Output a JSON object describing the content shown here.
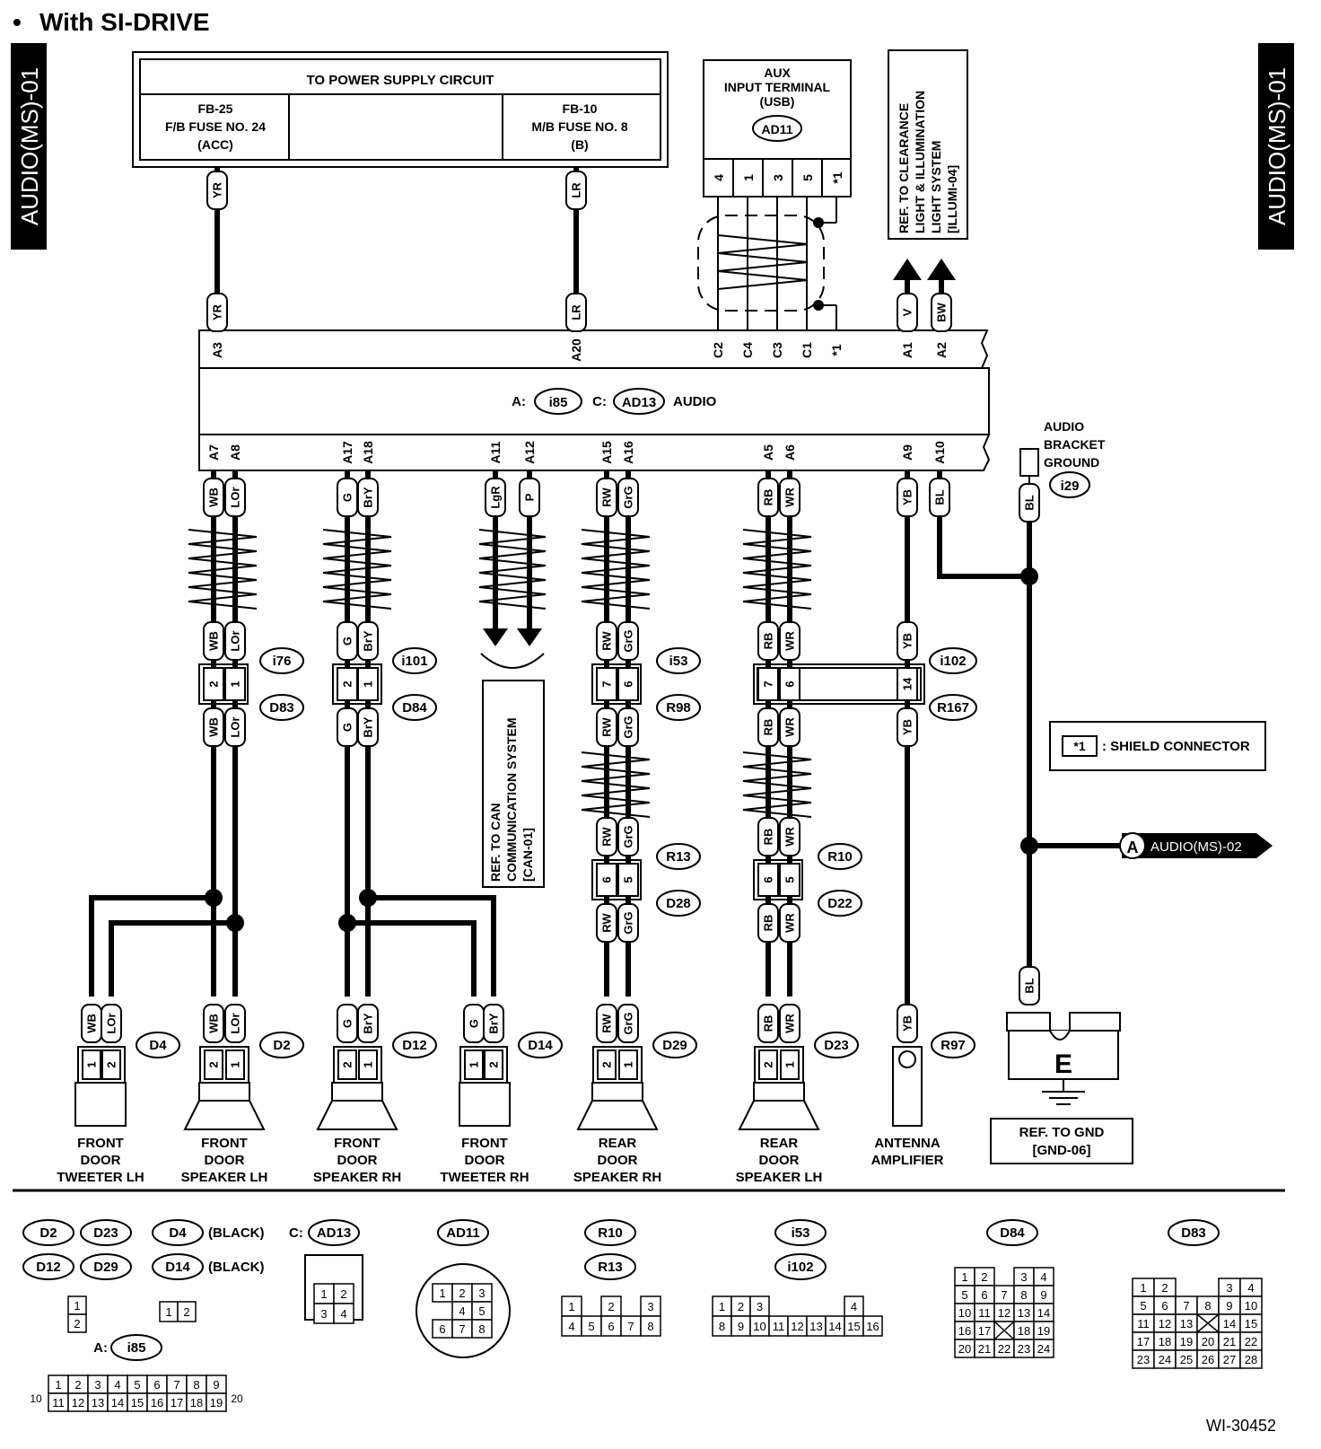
{
  "header": {
    "title": "With SI-DRIVE",
    "side_left": "AUDIO(MS)-01",
    "side_right": "AUDIO(MS)-01"
  },
  "power": {
    "title": "TO POWER SUPPLY CIRCUIT",
    "left_l1": "FB-25",
    "left_l2": "F/B FUSE NO. 24",
    "left_l3": "(ACC)",
    "right_l1": "FB-10",
    "right_l2": "M/B FUSE NO. 8",
    "right_l3": "(B)"
  },
  "aux": {
    "l1": "AUX",
    "l2": "INPUT TERMINAL",
    "l3": "(USB)",
    "conn": "AD11",
    "pins": [
      "4",
      "1",
      "3",
      "5",
      "*1"
    ]
  },
  "illumi": {
    "l1": "REF. TO CLEARANCE",
    "l2": "LIGHT & ILLUMINATION",
    "l3": "LIGHT SYSTEM",
    "l4": "[ILLUMI-04]"
  },
  "audio_unit": {
    "a_label": "A:",
    "a_conn": "i85",
    "c_label": "C:",
    "c_conn": "AD13",
    "name": "AUDIO",
    "top_pins": [
      {
        "pin": "A3",
        "wire": "YR"
      },
      {
        "pin": "A20",
        "wire": "LR"
      },
      {
        "pin": "C2",
        "wire": ""
      },
      {
        "pin": "C4",
        "wire": ""
      },
      {
        "pin": "C3",
        "wire": ""
      },
      {
        "pin": "C1",
        "wire": ""
      },
      {
        "pin": "*1",
        "wire": ""
      },
      {
        "pin": "A1",
        "wire": "V"
      },
      {
        "pin": "A2",
        "wire": "BW"
      }
    ],
    "bottom_pins": [
      {
        "pin": "A7",
        "wire": "WB"
      },
      {
        "pin": "A8",
        "wire": "LOr"
      },
      {
        "pin": "A17",
        "wire": "G"
      },
      {
        "pin": "A18",
        "wire": "BrY"
      },
      {
        "pin": "A11",
        "wire": "LgR"
      },
      {
        "pin": "A12",
        "wire": "P"
      },
      {
        "pin": "A15",
        "wire": "RW"
      },
      {
        "pin": "A16",
        "wire": "GrG"
      },
      {
        "pin": "A5",
        "wire": "RB"
      },
      {
        "pin": "A6",
        "wire": "WR"
      },
      {
        "pin": "A9",
        "wire": "YB"
      },
      {
        "pin": "A10",
        "wire": "BL"
      }
    ]
  },
  "ground_bracket": {
    "l1": "AUDIO",
    "l2": "BRACKET",
    "l3": "GROUND",
    "conn": "i29",
    "wire": "BL"
  },
  "can": {
    "l1": "REF. TO CAN",
    "l2": "COMMUNICATION SYSTEM",
    "l3": "[CAN-01]"
  },
  "junctions": {
    "j1": {
      "a": "i76",
      "b": "D83",
      "pins": [
        "2",
        "1"
      ]
    },
    "j2": {
      "a": "i101",
      "b": "D84",
      "pins": [
        "2",
        "1"
      ]
    },
    "j3": {
      "a": "i53",
      "b": "R98",
      "pins": [
        "7",
        "6"
      ]
    },
    "j4": {
      "a": "i102",
      "b": "R167",
      "pins": [
        "7",
        "6",
        "14"
      ]
    },
    "j5": {
      "a": "R13",
      "b": "D28",
      "pins": [
        "6",
        "5"
      ]
    },
    "j6": {
      "a": "R10",
      "b": "D22",
      "pins": [
        "6",
        "5"
      ]
    }
  },
  "shield_note": {
    "sym": "*1",
    "text": ": SHIELD CONNECTOR"
  },
  "offpage": {
    "sym": "A",
    "text": "AUDIO(MS)-02"
  },
  "devices": [
    {
      "conn": "D4",
      "pins": [
        "1",
        "2"
      ],
      "wires": [
        "WB",
        "LOr"
      ],
      "l1": "FRONT",
      "l2": "DOOR",
      "l3": "TWEETER LH"
    },
    {
      "conn": "D2",
      "pins": [
        "2",
        "1"
      ],
      "wires": [
        "WB",
        "LOr"
      ],
      "l1": "FRONT",
      "l2": "DOOR",
      "l3": "SPEAKER LH"
    },
    {
      "conn": "D12",
      "pins": [
        "2",
        "1"
      ],
      "wires": [
        "G",
        "BrY"
      ],
      "l1": "FRONT",
      "l2": "DOOR",
      "l3": "SPEAKER RH"
    },
    {
      "conn": "D14",
      "pins": [
        "1",
        "2"
      ],
      "wires": [
        "G",
        "BrY"
      ],
      "l1": "FRONT",
      "l2": "DOOR",
      "l3": "TWEETER RH"
    },
    {
      "conn": "D29",
      "pins": [
        "2",
        "1"
      ],
      "wires": [
        "RW",
        "GrG"
      ],
      "l1": "REAR",
      "l2": "DOOR",
      "l3": "SPEAKER RH"
    },
    {
      "conn": "D23",
      "pins": [
        "2",
        "1"
      ],
      "wires": [
        "RB",
        "WR"
      ],
      "l1": "REAR",
      "l2": "DOOR",
      "l3": "SPEAKER LH"
    },
    {
      "conn": "R97",
      "wire": "YB",
      "l1": "ANTENNA",
      "l2": "AMPLIFIER"
    }
  ],
  "ground": {
    "letter": "E",
    "wire": "BL",
    "l1": "REF. TO GND",
    "l2": "[GND-06]"
  },
  "legend": {
    "d2": "D2",
    "d23": "D23",
    "d12": "D12",
    "d29": "D29",
    "d4": "D4",
    "d14": "D14",
    "black": "(BLACK)",
    "c_prefix": "C:",
    "ad13": "AD13",
    "ad11": "AD11",
    "r10": "R10",
    "r13": "R13",
    "i53": "i53",
    "i102": "i102",
    "d84": "D84",
    "d83": "D83",
    "a_prefix": "A:",
    "i85": "i85"
  },
  "figure_id": "WI-30452"
}
